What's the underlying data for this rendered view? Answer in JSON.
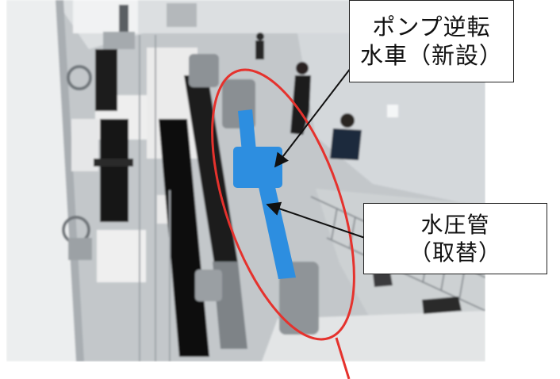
{
  "callouts": {
    "pump_turbine": {
      "line1": "ポンプ逆転",
      "line2": "水車（新設）"
    },
    "penstock": {
      "line1": "水圧管",
      "line2": "（取替）"
    }
  },
  "colors": {
    "highlight_ellipse": "#e5322d",
    "new_equipment": "#2d8ee0",
    "callout_border": "#222222",
    "arrow": "#111111"
  }
}
